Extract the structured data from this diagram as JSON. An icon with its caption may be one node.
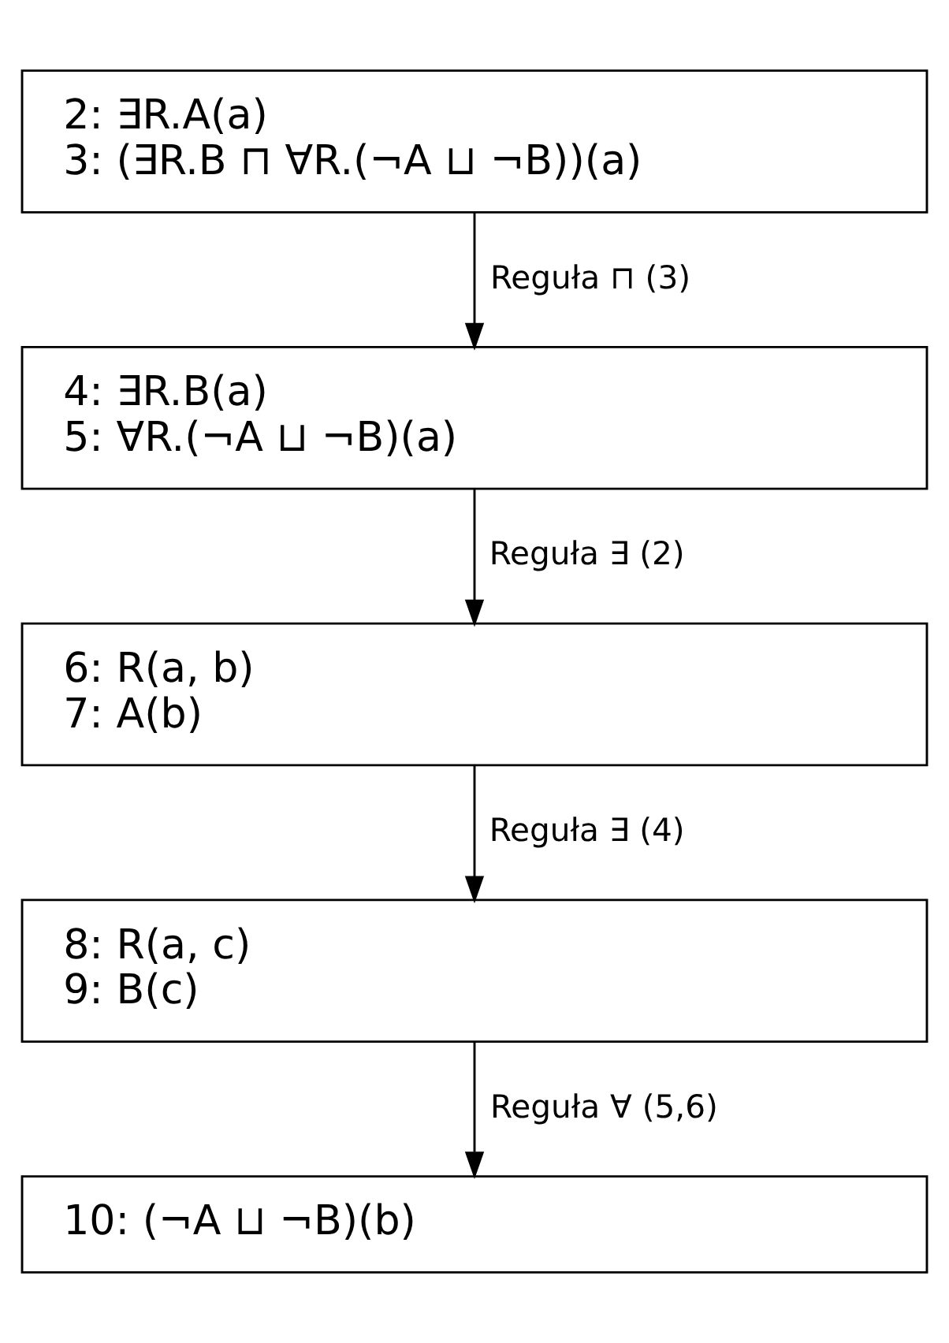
{
  "diagram": {
    "nodes": [
      {
        "text": [
          "2: ∃R.A(a)",
          "3: (∃R.B ⊓ ∀R.(¬A ⊔ ¬B))(a)"
        ]
      },
      {
        "text": [
          "4: ∃R.B(a)",
          "5: ∀R.(¬A ⊔ ¬B)(a)"
        ]
      },
      {
        "text": [
          "6: R(a, b)",
          "7: A(b)"
        ]
      },
      {
        "text": [
          "8: R(a, c)",
          "9: B(c)"
        ]
      },
      {
        "text": [
          "10: (¬A ⊔ ¬B)(b)"
        ]
      }
    ],
    "edges": [
      {
        "from": 0,
        "to": 1,
        "arrow": "to",
        "label": "Reguła ⊓ (3)"
      },
      {
        "from": 1,
        "to": 2,
        "arrow": "to",
        "label": "Reguła ∃ (2)"
      },
      {
        "from": 2,
        "to": 3,
        "arrow": "to",
        "label": "Reguła ∃ (4)"
      },
      {
        "from": 3,
        "to": 4,
        "arrow": "to",
        "label": "Reguła ∀ (5,6)"
      }
    ]
  }
}
